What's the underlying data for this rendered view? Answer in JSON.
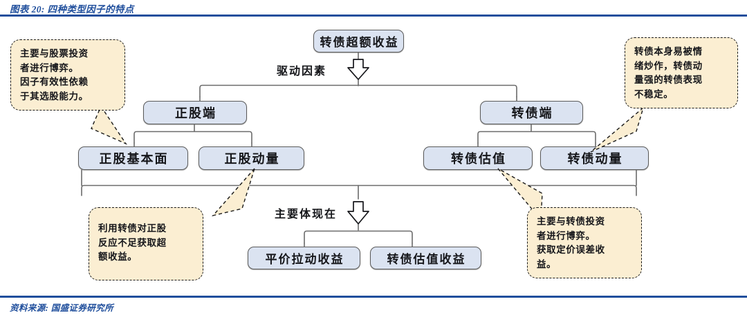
{
  "header": {
    "title": "图表 20: 四种类型因子的特点"
  },
  "footer": {
    "source": "资料来源: 国盛证券研究所"
  },
  "theme": {
    "accent_blue": "#1f4e9c",
    "node_fill": "#dbe3f1",
    "node_border": "#5a5a5a",
    "callout_fill": "#fbeed2",
    "callout_border": "#1a1a1a",
    "connector": "#6b6b6b"
  },
  "diagram": {
    "root": {
      "label": "转债超额收益"
    },
    "arrow_labels": {
      "driver": "驱动因素",
      "manifest": "主要体现在"
    },
    "branches": [
      {
        "label": "正股端"
      },
      {
        "label": "转债端"
      }
    ],
    "factors": [
      {
        "label": "正股基本面"
      },
      {
        "label": "正股动量"
      },
      {
        "label": "转债估值"
      },
      {
        "label": "转债动量"
      }
    ],
    "outcomes": [
      {
        "label": "平价拉动收益"
      },
      {
        "label": "转债估值收益"
      }
    ],
    "callouts": [
      {
        "id": "equity-fundamental",
        "lines": [
          "主要与股票投资",
          "者进行博弈。",
          "因子有效性依赖",
          "于其选股能力。"
        ]
      },
      {
        "id": "cb-momentum",
        "lines": [
          "转债本身易被情",
          "绪炒作，转债动",
          "量强的转债表现",
          "不稳定。"
        ]
      },
      {
        "id": "equity-momentum",
        "lines": [
          "利用转债对正股",
          "反应不足获取超",
          "额收益。"
        ]
      },
      {
        "id": "cb-valuation",
        "lines": [
          "主要与转债投资",
          "者进行博弈。",
          "获取定价误差收",
          "益。"
        ]
      }
    ]
  }
}
